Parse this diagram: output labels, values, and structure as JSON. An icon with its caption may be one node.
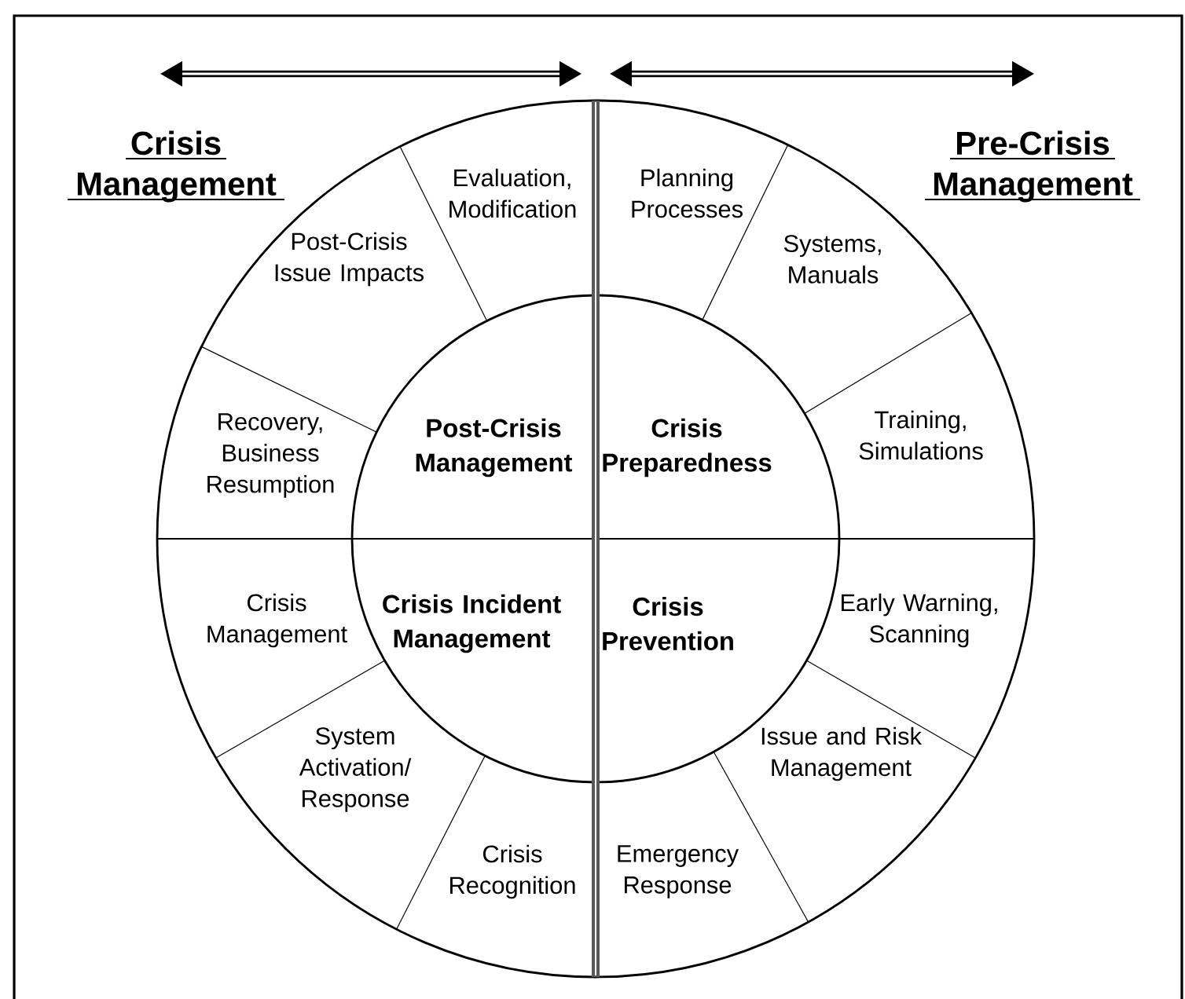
{
  "diagram": {
    "nodes": [
      {
        "text": [
          "Evaluation, Modification"
        ]
      },
      {
        "text": [
          "Post-Crisis Issue Impacts"
        ]
      },
      {
        "text": [
          "Recovery, Business Resumption"
        ]
      },
      {
        "text": [
          "Post-Crisis Management"
        ]
      },
      {
        "text": [
          "Planning Processes"
        ]
      },
      {
        "text": [
          "Systems, Manuals"
        ]
      },
      {
        "text": [
          "Crisis Preparedness"
        ]
      },
      {
        "text": [
          "Training, Simulations"
        ]
      },
      {
        "text": [
          "Crisis Management"
        ]
      },
      {
        "text": [
          "Crisis Incident Management"
        ]
      },
      {
        "text": [
          "Crisis Prevention"
        ]
      },
      {
        "text": [
          "Early Warning, Scanning"
        ]
      },
      {
        "text": [
          "System Activation/ Response"
        ]
      },
      {
        "text": [
          "Issue and Risk Management"
        ]
      },
      {
        "text": [
          "Crisis Recognition"
        ]
      },
      {
        "text": [
          "Emergency Response"
        ]
      }
    ],
    "labels": [
      "Crisis Management",
      "Pre-Crisis Management"
    ]
  }
}
